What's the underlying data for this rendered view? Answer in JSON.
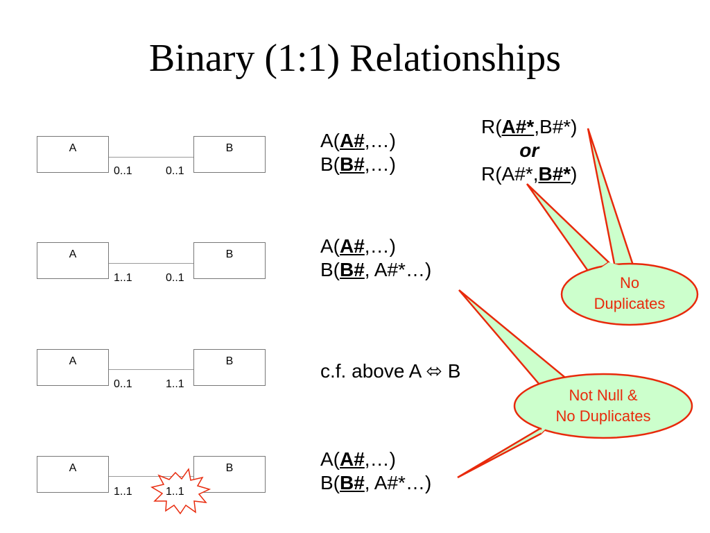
{
  "title": "Binary (1:1) Relationships",
  "rows": [
    {
      "entity_a": "A",
      "entity_b": "B",
      "mult_a": "0..1",
      "mult_b": "0..1"
    },
    {
      "entity_a": "A",
      "entity_b": "B",
      "mult_a": "1..1",
      "mult_b": "0..1"
    },
    {
      "entity_a": "A",
      "entity_b": "B",
      "mult_a": "0..1",
      "mult_b": "1..1"
    },
    {
      "entity_a": "A",
      "entity_b": "B",
      "mult_a": "1..1",
      "mult_b": "1..1"
    }
  ],
  "schemas": {
    "s1": {
      "a_pre": "A(",
      "a_key": "A#",
      "a_post": ",…)",
      "b_pre": "B(",
      "b_key": "B#",
      "b_post": ",…)"
    },
    "r": {
      "r1_pre": "R(",
      "r1_key": "A#*",
      "r1_post": ",B#*)",
      "or": "or",
      "r2_pre": "R(A#*,",
      "r2_key": "B#*",
      "r2_post": ")"
    },
    "s2": {
      "a_pre": "A(",
      "a_key": "A#",
      "a_post": ",…)",
      "b_pre": "B(",
      "b_key": "B#",
      "b_post": ", A#*…)"
    },
    "cf": "c.f. above A ⬄ B",
    "s4": {
      "a_pre": "A(",
      "a_key": "A#",
      "a_post": ",…)",
      "b_pre": "B(",
      "b_key": "B#",
      "b_post": ", A#*…)"
    }
  },
  "callouts": {
    "no_duplicates": {
      "line1": "No",
      "line2": "Duplicates"
    },
    "not_null": {
      "line1": "Not Null &",
      "line2": "No Duplicates"
    }
  },
  "colors": {
    "callout_fill": "#ccffcc",
    "callout_stroke": "#e8290b",
    "callout_text": "#e8290b"
  }
}
